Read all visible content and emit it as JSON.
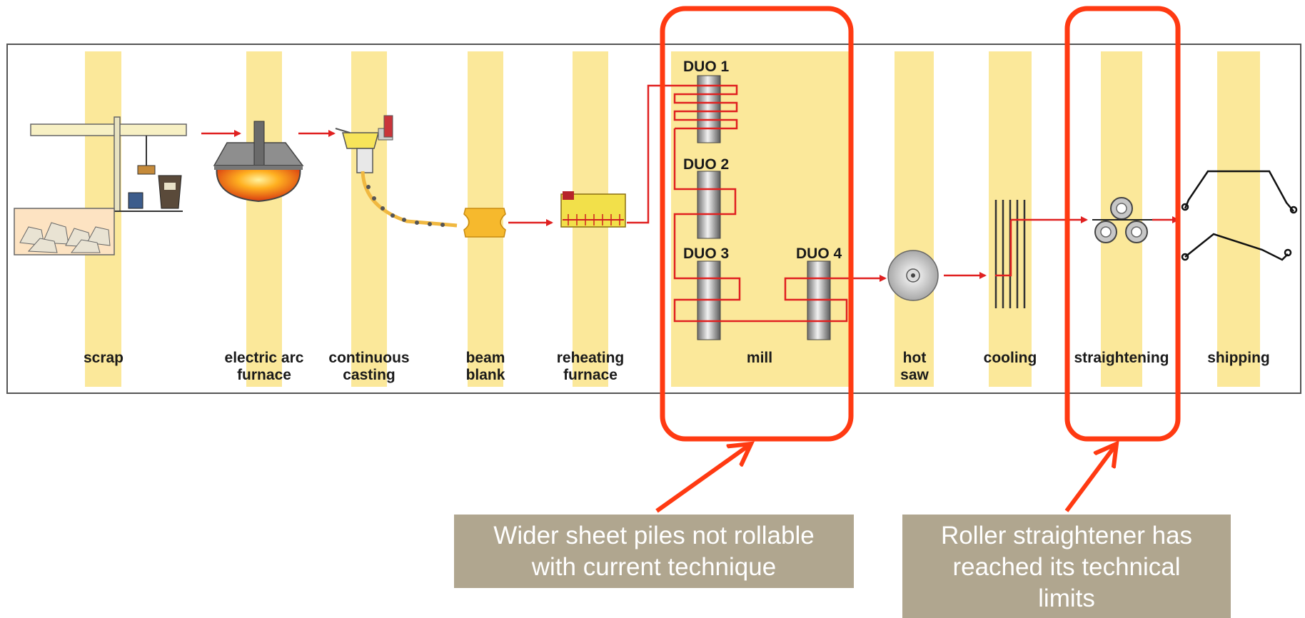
{
  "stages": {
    "scrap": [
      "scrap"
    ],
    "eaf": [
      "electric arc",
      "furnace"
    ],
    "casting": [
      "continuous",
      "casting"
    ],
    "beam": [
      "beam",
      "blank"
    ],
    "reheat": [
      "reheating",
      "furnace"
    ],
    "mill": [
      "mill"
    ],
    "saw": [
      "hot",
      "saw"
    ],
    "cooling": [
      "cooling"
    ],
    "straight": [
      "straightening"
    ],
    "shipping": [
      "shipping"
    ]
  },
  "duo_labels": [
    "DUO 1",
    "DUO 2",
    "DUO 3",
    "DUO 4"
  ],
  "callouts": {
    "mill": [
      "Wider sheet piles not rollable",
      "with current technique"
    ],
    "straightener": [
      "Roller straightener has",
      "reached its technical",
      "limits"
    ]
  },
  "colors": {
    "band": "#fbe89a",
    "flow_arrow": "#e02020",
    "highlight": "#ff3a12",
    "callout_bg": "#b0a68f",
    "frame": "#555555"
  },
  "icons": [
    "crane-icon",
    "scrap-bin-icon",
    "arc-furnace-icon",
    "ladle-icon",
    "beam-blank-icon",
    "reheating-furnace-icon",
    "roll-stand-icon",
    "saw-blade-icon",
    "cooling-bed-icon",
    "straightener-rollers-icon",
    "sheet-pile-icon"
  ]
}
